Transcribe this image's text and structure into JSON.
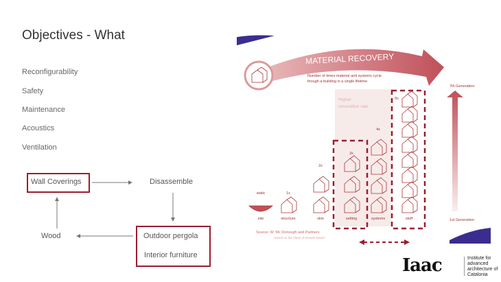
{
  "slide": {
    "title": "Objectives - What",
    "objectives": [
      "Reconfigurability",
      "Safety",
      "Maintenance",
      "Acoustics",
      "Ventilation"
    ],
    "flow": {
      "wall_coverings": "Wall Coverings",
      "disassemble": "Disassemble",
      "outdoor_pergola": "Outdoor pergola",
      "interior_furniture": "Interior furniture",
      "wood": "Wood"
    }
  },
  "figure": {
    "banner": "MATERIAL RECOVERY",
    "subtitle_1": "Number of times material and systems cycle",
    "subtitle_2": "though a building in a single lifetime",
    "higher_1": "Higher",
    "higher_2": "renovation rate",
    "top_gen": "7th Generation",
    "bottom_gen": "1st Generation",
    "layers": [
      {
        "label": "site",
        "count": "static"
      },
      {
        "label": "structure",
        "count": "1x"
      },
      {
        "label": "skin",
        "count": "2x"
      },
      {
        "label": "setting",
        "count": "3x"
      },
      {
        "label": "systems",
        "count": "4x"
      },
      {
        "label": "stuff",
        "count": "8x"
      }
    ],
    "source": "Source: W. Mc Donough and Partners",
    "source_note": "based on the ideas of Stewart Brand",
    "colors": {
      "accent": "#9b1c2e",
      "arrow": "#c0505a",
      "purple": "#3b2d8f"
    }
  },
  "logo": {
    "mark": "Iaac",
    "text": "Institute for advanced architecture of Catalonia"
  }
}
